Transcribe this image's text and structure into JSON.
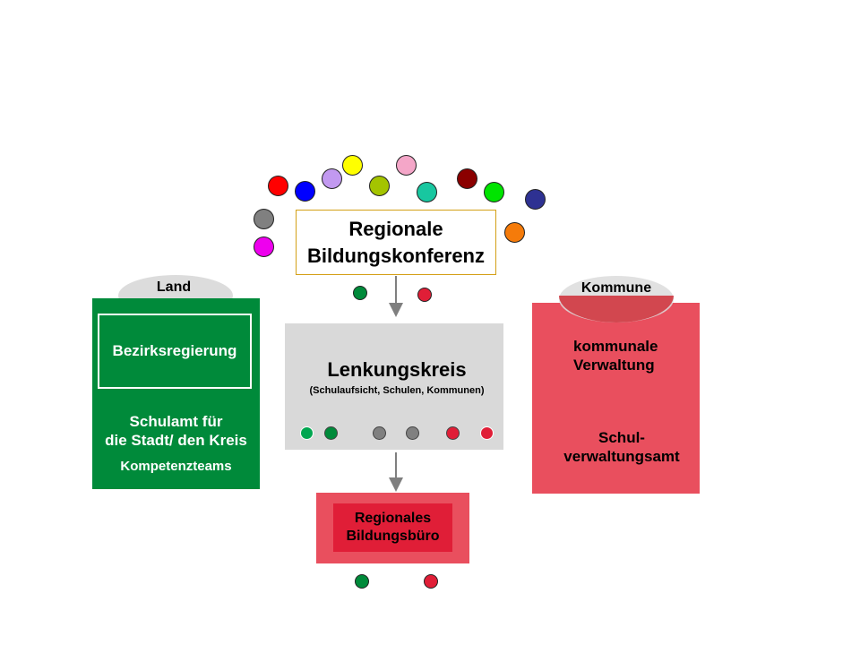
{
  "conference": {
    "line1": "Regionale",
    "line2": "Bildungskonferenz",
    "circle_colors": [
      "#ff0000",
      "#0000ff",
      "#c299f0",
      "#ffff00",
      "#a4c400",
      "#f4a6c8",
      "#18c7a0",
      "#8b0000",
      "#00e400",
      "#2e3192",
      "#808080",
      "#ee00ee",
      "#f57b0a"
    ]
  },
  "land": {
    "label": "Land",
    "bezirksregierung": "Bezirksregierung",
    "schulamt_line1": "Schulamt für",
    "schulamt_line2": "die Stadt/ den Kreis",
    "kompetenzteams": "Kompetenzteams",
    "color": "#008a3a"
  },
  "lenkungskreis": {
    "title": "Lenkungskreis",
    "subtitle": "(Schulaufsicht, Schulen, Kommunen)",
    "dot_colors": [
      "#00a650",
      "#008a3a",
      "#808080",
      "#808080",
      "#e01e37",
      "#e01e37"
    ]
  },
  "kommune": {
    "label": "Kommune",
    "verwaltung_line1": "kommunale",
    "verwaltung_line2": "Verwaltung",
    "schul_line1": "Schul-",
    "schul_line2": "verwaltungsamt",
    "color": "#e94f5e"
  },
  "buero": {
    "line1": "Regionales",
    "line2": "Bildungsbüro",
    "dot_colors": [
      "#008a3a",
      "#e01e37"
    ]
  },
  "conference_out_dot_colors": [
    "#008a3a",
    "#e01e37"
  ]
}
